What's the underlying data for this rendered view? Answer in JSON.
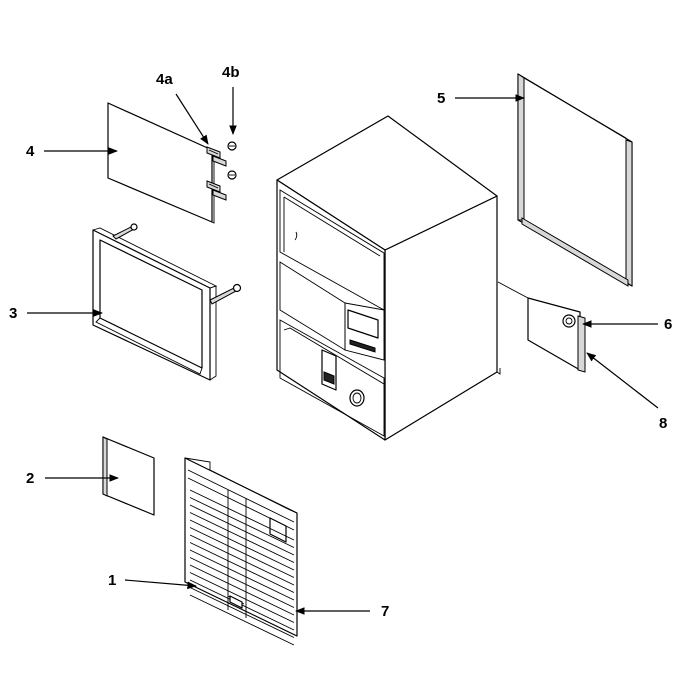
{
  "callouts": {
    "c1": "1",
    "c2": "2",
    "c3": "3",
    "c4": "4",
    "c4a": "4a",
    "c4b": "4b",
    "c5": "5",
    "c6": "6",
    "c7": "7",
    "c8": "8"
  }
}
